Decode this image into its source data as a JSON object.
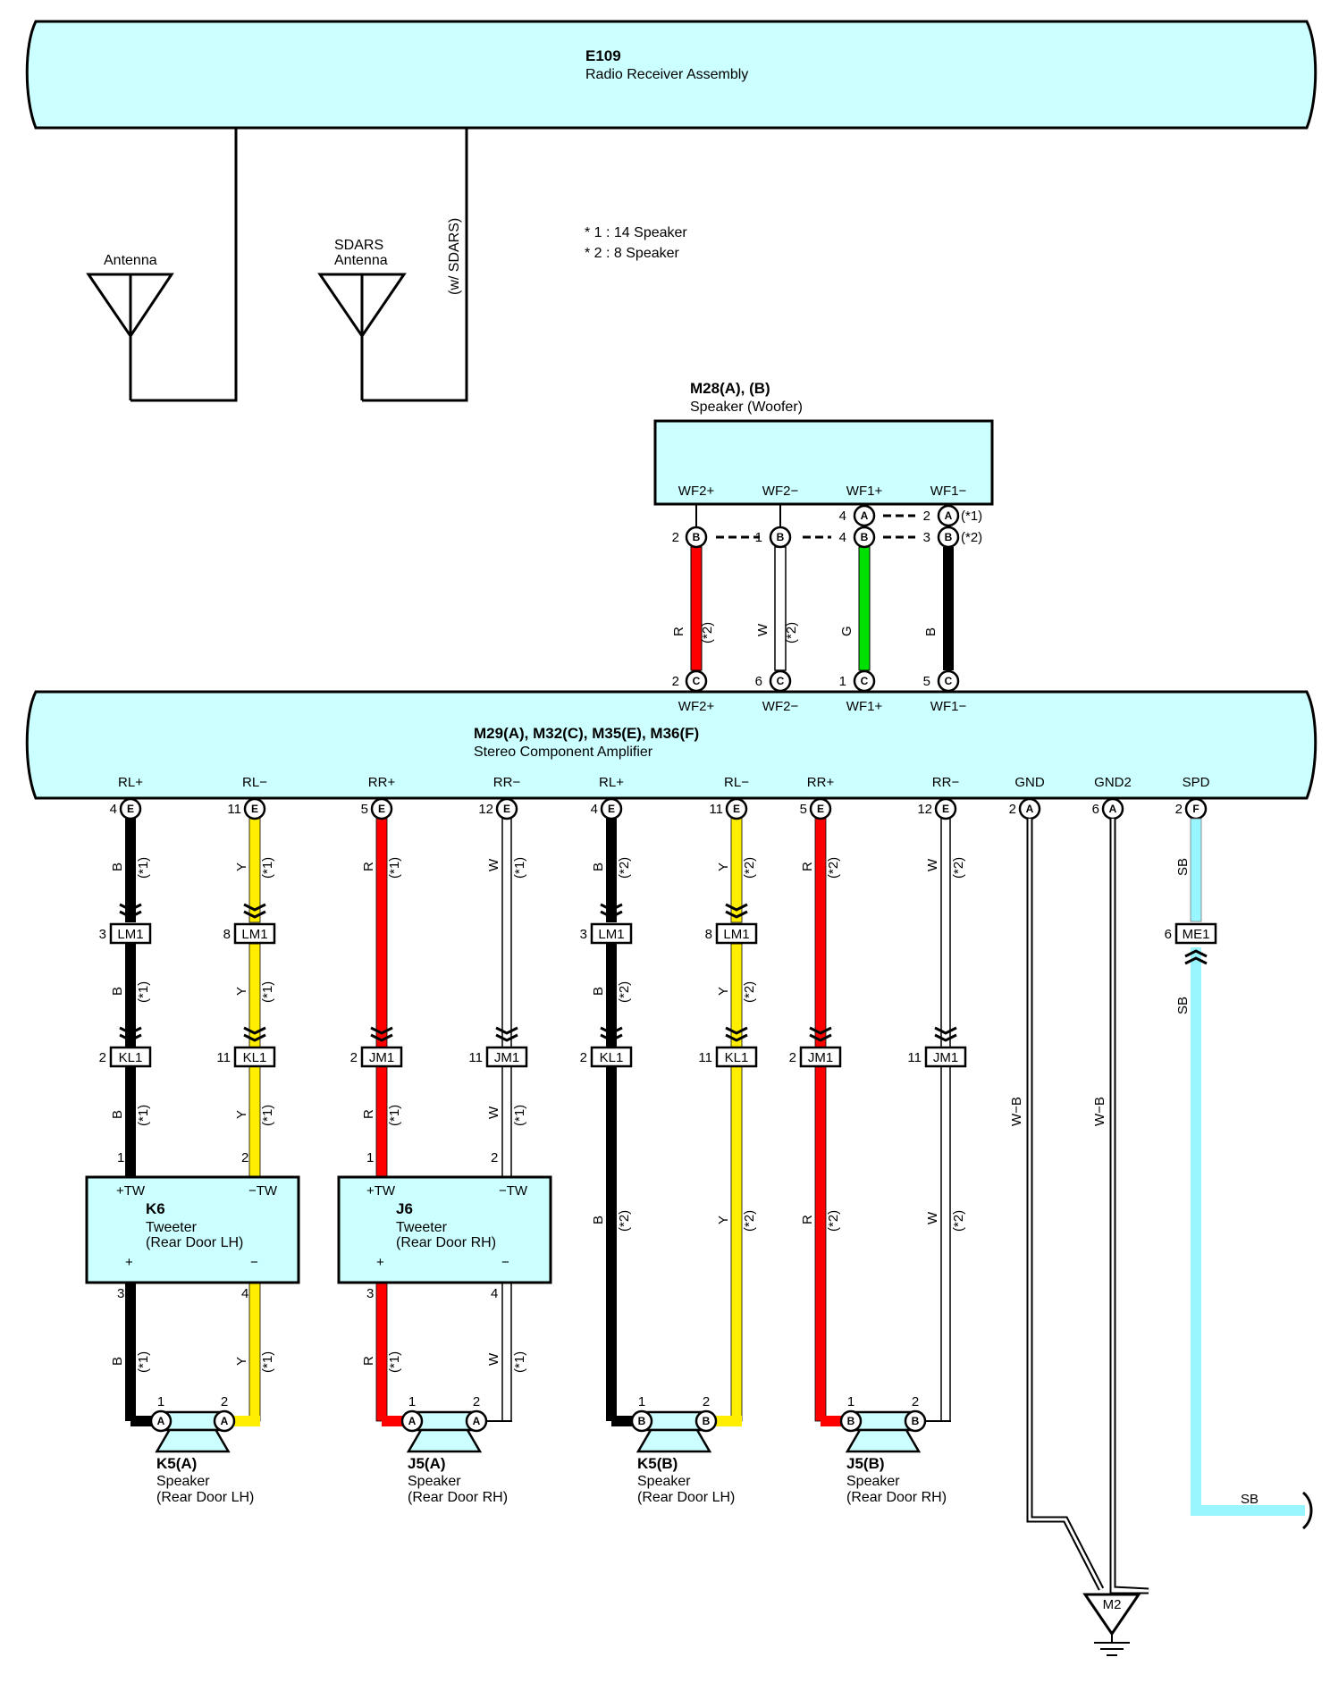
{
  "receiver": {
    "id": "E109",
    "name": "Radio Receiver Assembly"
  },
  "antenna": {
    "label": "Antenna"
  },
  "sdars": {
    "label_line1": "SDARS",
    "label_line2": "Antenna",
    "condition": "(w/ SDARS)"
  },
  "notes": [
    "* 1 : 14 Speaker",
    "* 2 : 8 Speaker"
  ],
  "woofer": {
    "id": "M28(A), (B)",
    "name": "Speaker (Woofer)",
    "pins": [
      "WF2+",
      "WF2−",
      "WF1+",
      "WF1−"
    ],
    "tag_star1": "(*1)",
    "tag_star2": "(*2)",
    "top_connectors": [
      {
        "pin": "4",
        "letter": "A"
      },
      {
        "pin": "2",
        "letter": "A"
      }
    ],
    "bottom_connectors": [
      {
        "pin": "2",
        "letter": "B"
      },
      {
        "pin": "1",
        "letter": "B"
      },
      {
        "pin": "4",
        "letter": "B"
      },
      {
        "pin": "3",
        "letter": "B"
      }
    ],
    "wires": [
      {
        "color": "R",
        "note": "(*2)"
      },
      {
        "color": "W",
        "note": "(*2)"
      },
      {
        "color": "G",
        "note": ""
      },
      {
        "color": "B",
        "note": ""
      }
    ],
    "amp_connectors": [
      {
        "pin": "2",
        "letter": "C",
        "label": "WF2+"
      },
      {
        "pin": "6",
        "letter": "C",
        "label": "WF2−"
      },
      {
        "pin": "1",
        "letter": "C",
        "label": "WF1+"
      },
      {
        "pin": "5",
        "letter": "C",
        "label": "WF1−"
      }
    ]
  },
  "amplifier": {
    "id": "M29(A), M32(C), M35(E), M36(F)",
    "name": "Stereo Component Amplifier",
    "pins": [
      {
        "label": "RL+",
        "pin": "4",
        "letter": "E"
      },
      {
        "label": "RL−",
        "pin": "11",
        "letter": "E"
      },
      {
        "label": "RR+",
        "pin": "5",
        "letter": "E"
      },
      {
        "label": "RR−",
        "pin": "12",
        "letter": "E"
      },
      {
        "label": "RL+",
        "pin": "4",
        "letter": "E"
      },
      {
        "label": "RL−",
        "pin": "11",
        "letter": "E"
      },
      {
        "label": "RR+",
        "pin": "5",
        "letter": "E"
      },
      {
        "label": "RR−",
        "pin": "12",
        "letter": "E"
      },
      {
        "label": "GND",
        "pin": "2",
        "letter": "A"
      },
      {
        "label": "GND2",
        "pin": "6",
        "letter": "A"
      },
      {
        "label": "SPD",
        "pin": "2",
        "letter": "F"
      }
    ]
  },
  "wire_codes": {
    "B": "B",
    "Y": "Y",
    "R": "R",
    "W": "W",
    "WB": "W−B",
    "SB": "SB",
    "n1": "(*1)",
    "n2": "(*2)"
  },
  "colors": {
    "red": "#ff0000",
    "yellow": "#ffee00",
    "black": "#000000",
    "green": "#00e000",
    "white": "#ffffff",
    "skyblue": "#99f6ff",
    "panel": "#ccffff"
  },
  "junctions": {
    "lm1": "LM1",
    "kl1": "KL1",
    "jm1": "JM1",
    "me1": "ME1",
    "pins": {
      "lm1_a": "3",
      "lm1_b": "8",
      "kl1_a": "2",
      "kl1_b": "11",
      "jm1_a": "2",
      "jm1_b": "11",
      "me1": "6"
    }
  },
  "tweeter_lh": {
    "id": "K6",
    "name": "Tweeter",
    "loc": "(Rear Door LH)",
    "in_pos": "+TW",
    "in_neg": "−TW",
    "out_pos": "+",
    "out_neg": "−",
    "pin_in_pos": "1",
    "pin_in_neg": "2",
    "pin_out_pos": "3",
    "pin_out_neg": "4"
  },
  "tweeter_rh": {
    "id": "J6",
    "name": "Tweeter",
    "loc": "(Rear Door RH)",
    "in_pos": "+TW",
    "in_neg": "−TW",
    "out_pos": "+",
    "out_neg": "−",
    "pin_in_pos": "1",
    "pin_in_neg": "2",
    "pin_out_pos": "3",
    "pin_out_neg": "4"
  },
  "speakers": [
    {
      "id": "K5(A)",
      "name": "Speaker",
      "loc": "(Rear Door LH)",
      "letter": "A",
      "pin1": "1",
      "pin2": "2"
    },
    {
      "id": "J5(A)",
      "name": "Speaker",
      "loc": "(Rear Door RH)",
      "letter": "A",
      "pin1": "1",
      "pin2": "2"
    },
    {
      "id": "K5(B)",
      "name": "Speaker",
      "loc": "(Rear Door LH)",
      "letter": "B",
      "pin1": "1",
      "pin2": "2"
    },
    {
      "id": "J5(B)",
      "name": "Speaker",
      "loc": "(Rear Door RH)",
      "letter": "B",
      "pin1": "1",
      "pin2": "2"
    }
  ],
  "ground": {
    "id": "M2"
  },
  "sb_out": {
    "label": "SB"
  }
}
